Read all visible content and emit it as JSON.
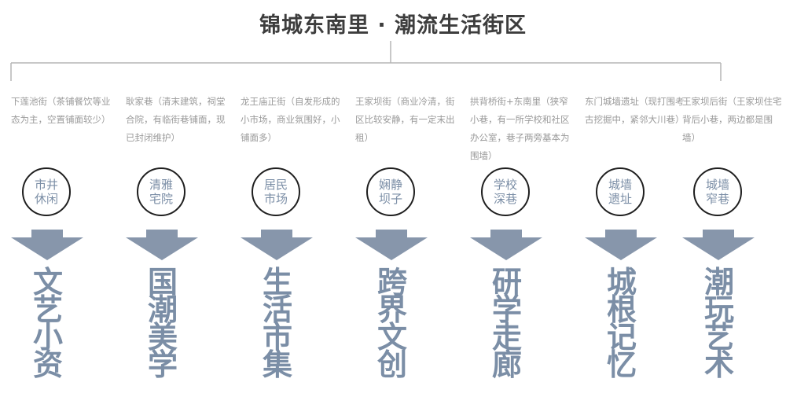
{
  "title": "锦城东南里 · 潮流生活街区",
  "columns": [
    {
      "desc": "下莲池街（茶铺餐饮等业态为主，空置铺面较少）",
      "tag": "市井休闲",
      "label": "文艺小资"
    },
    {
      "desc": "耿家巷（清末建筑，祠堂合院，有临街巷铺面，现已封闭维护）",
      "tag": "清雅宅院",
      "label": "国潮美学"
    },
    {
      "desc": "龙王庙正街（自发形成的小市场，商业氛围好，小铺面多）",
      "tag": "居民市场",
      "label": "生活市集"
    },
    {
      "desc": "王家坝街（商业冷清，街区比较安静，有一定末出租）",
      "tag": "娴静坝子",
      "label": "跨界文创"
    },
    {
      "desc": "拱背桥街+东南里（狭窄小巷，有一所学校和社区办公室，巷子两旁基本为围墙）",
      "tag": "学校深巷",
      "label": "研学走廊"
    },
    {
      "desc": "东门城墙遗址（现打围考古挖掘中，紧邻大川巷）",
      "tag": "城墙遗址",
      "label": "城根记忆"
    },
    {
      "desc": "王家坝后街（王家坝住宅背后小巷，两边都是围墙）",
      "tag": "城墙窄巷",
      "label": "潮玩艺术"
    }
  ]
}
